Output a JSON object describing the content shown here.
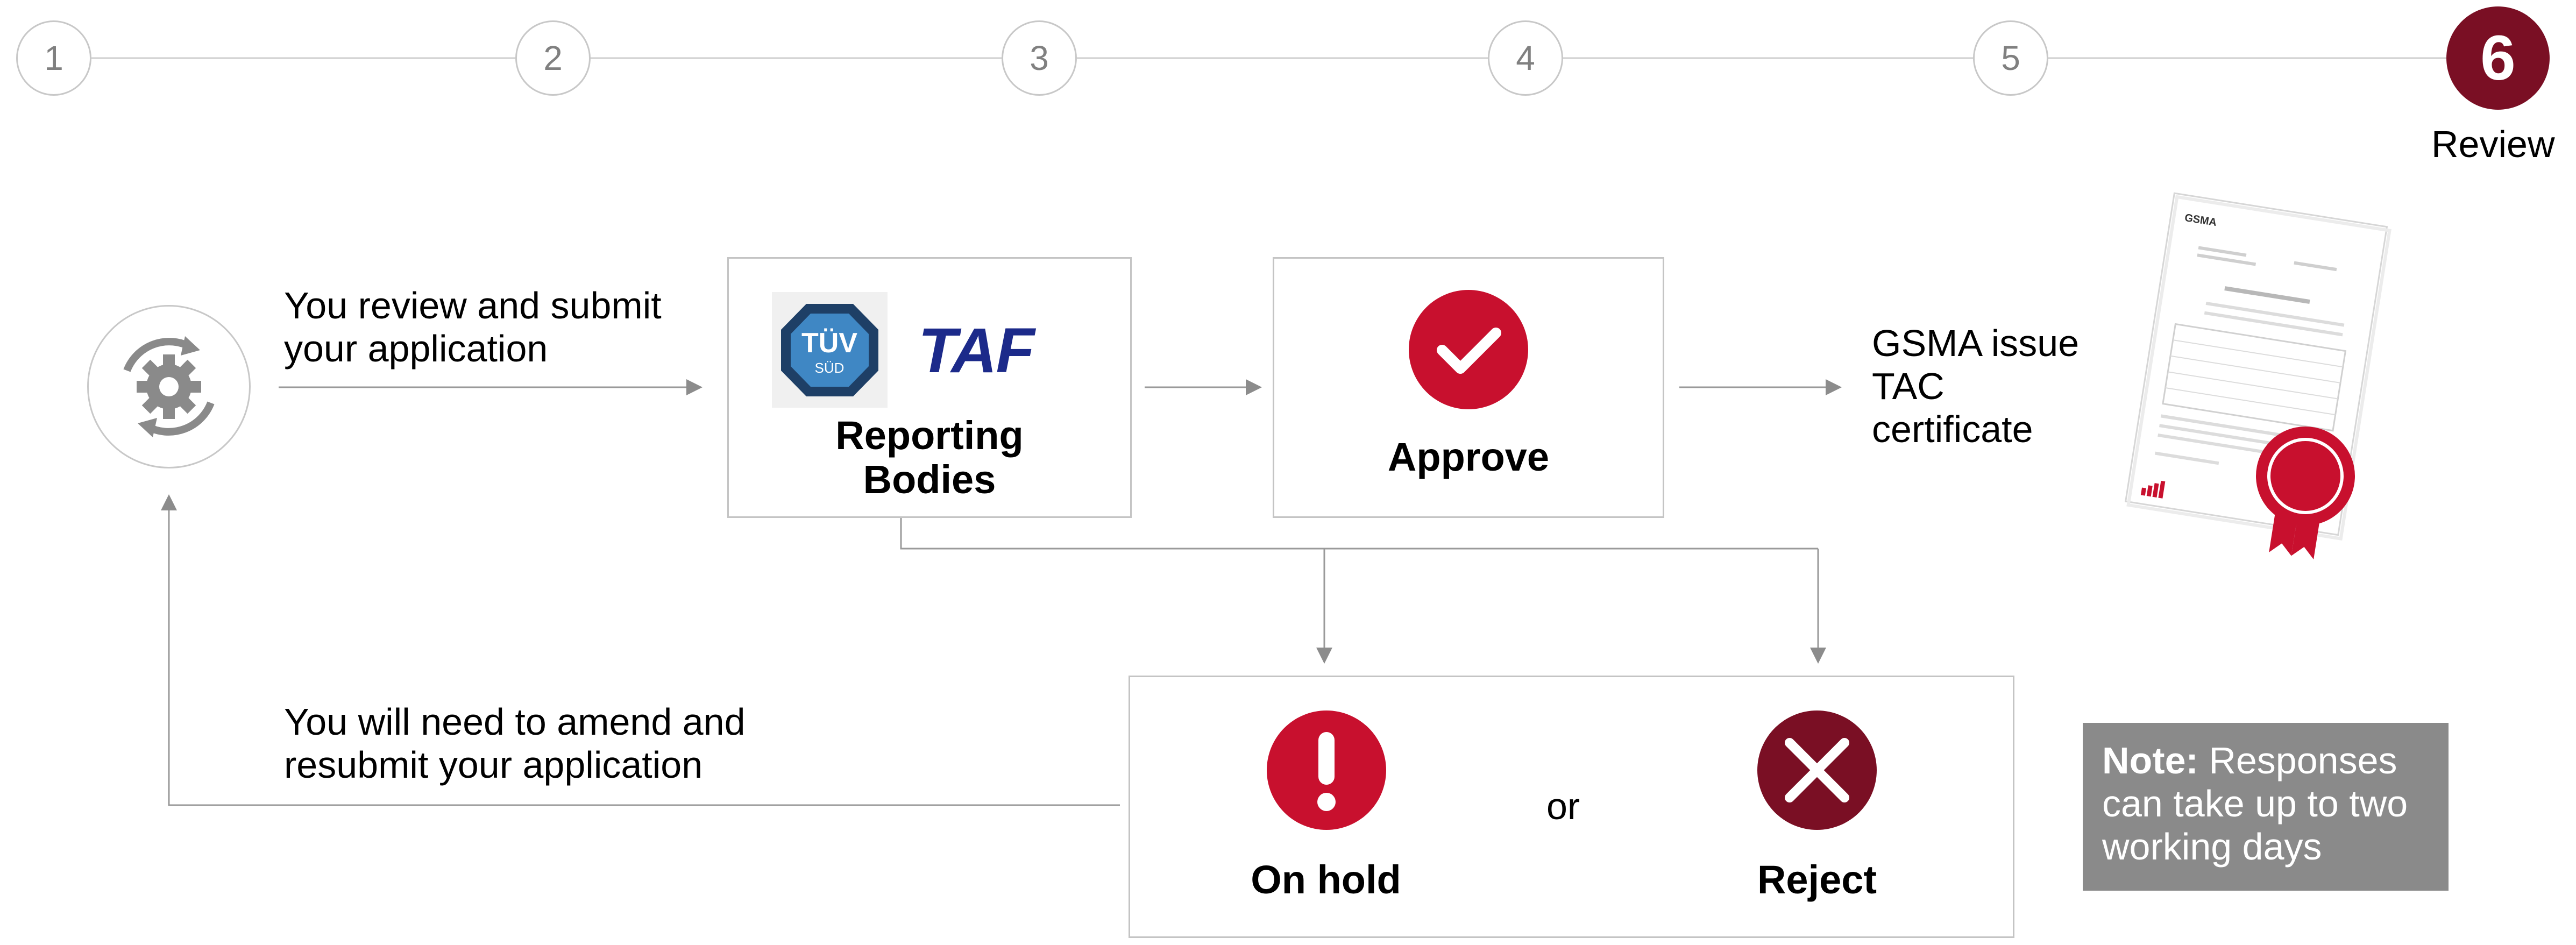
{
  "steps": [
    {
      "number": "1"
    },
    {
      "number": "2"
    },
    {
      "number": "3"
    },
    {
      "number": "4"
    },
    {
      "number": "5"
    },
    {
      "number": "6",
      "label": "Review",
      "active": true
    }
  ],
  "flow": {
    "submit_text_line1": "You review and submit",
    "submit_text_line2": "your application",
    "reporting_bodies_line1": "Reporting",
    "reporting_bodies_line2": "Bodies",
    "tuv_logo_text": "TÜV",
    "tuv_logo_subtext": "SÜD",
    "taf_logo_text": "TAF",
    "approve_label": "Approve",
    "gsma_issue_line1": "GSMA issue",
    "gsma_issue_line2": "TAC",
    "gsma_issue_line3": "certificate",
    "certificate_brand": "GSMA",
    "amend_text_line1": "You will need to amend and",
    "amend_text_line2": "resubmit your application",
    "on_hold_label": "On hold",
    "or_label": "or",
    "reject_label": "Reject"
  },
  "note": {
    "prefix": "Note:",
    "text_line1": " Responses",
    "text_line2": "can take up to two",
    "text_line3": "working days"
  },
  "colors": {
    "accent_dark": "#7a0f24",
    "accent_red": "#c8102e",
    "line_gray": "#9a9a9a",
    "note_bg": "#8a8a8a"
  }
}
